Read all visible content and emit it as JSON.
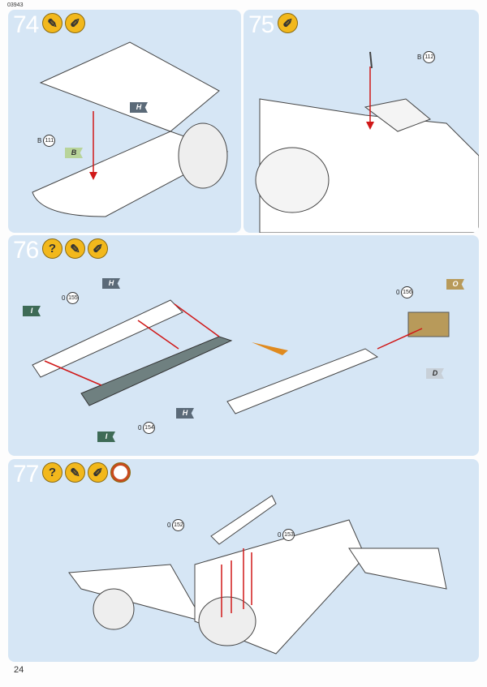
{
  "doc_code": "03943",
  "page_number": "24",
  "steps": [
    {
      "number": "74",
      "icons": [
        "paint-brush-icon",
        "glue-icon"
      ],
      "labels": {
        "part": "B",
        "part_no": "111",
        "flag_h": "H",
        "flag_b": "B"
      }
    },
    {
      "number": "75",
      "icons": [
        "glue-icon"
      ],
      "labels": {
        "part": "B",
        "part_no": "112"
      }
    },
    {
      "number": "76",
      "icons": [
        "question-icon",
        "paint-brush-icon",
        "glue-icon"
      ],
      "labels": {
        "part1": "0",
        "part1_no": "155",
        "flag_h1": "H",
        "flag_i1": "I",
        "part2": "0",
        "part2_no": "154",
        "flag_h2": "H",
        "flag_i2": "I",
        "part3": "0",
        "part3_no": "156",
        "flag_o": "O",
        "flag_d": "D"
      }
    },
    {
      "number": "77",
      "icons": [
        "question-icon",
        "paint-brush-icon",
        "glue-icon",
        "clock-icon"
      ],
      "labels": {
        "part1": "0",
        "part1_no": "152",
        "part2": "0",
        "part2_no": "153"
      }
    }
  ],
  "colors": {
    "panel": "#d6e6f5",
    "arrow": "#d01818",
    "flag_dark": "#5b6a78",
    "flag_green": "#3e6b56",
    "flag_light": "#b8d49a",
    "flag_tan": "#b89a5a",
    "flag_grey": "#c8d0d8"
  }
}
